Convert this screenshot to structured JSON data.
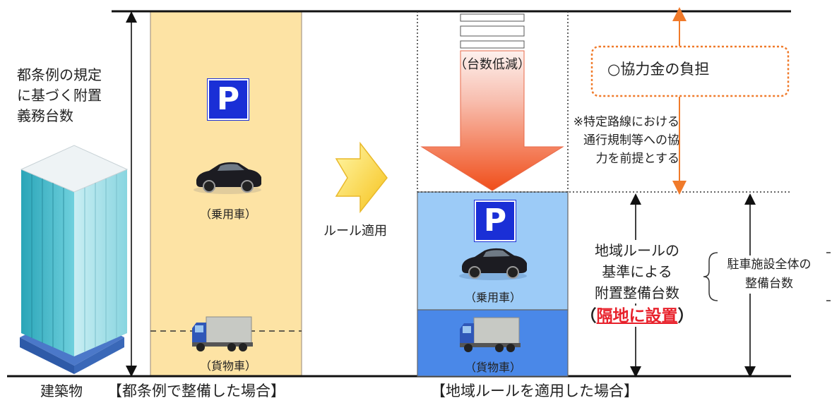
{
  "left_label": [
    "都条例の規定",
    "に基づく附置",
    "義務台数"
  ],
  "building_label": "建築物",
  "case_standard": {
    "caption": "【都条例で整備した場合】",
    "parking_sign": "P",
    "car_label": "（乗用車）",
    "truck_label": "（貨物車）"
  },
  "arrow_label": "ルール適用",
  "case_local": {
    "caption": "【地域ルールを適用した場合】",
    "reduction_label": "（台数低減）",
    "parking_sign": "P",
    "car_label": "（乗用車）",
    "truck_label": "（貨物車）",
    "contribution_label": "○協力金の負担",
    "condition_note": [
      "※特定路線における",
      "通行規制等への協",
      "力を前提とする"
    ],
    "local_rule_label": [
      "地域ルールの",
      "基準による",
      "附置整備台数"
    ],
    "offsite_label_open": "（",
    "offsite_label": "隔地に設置",
    "offsite_label_close": "）",
    "total_label": [
      "駐車施設全体の",
      "整備台数"
    ]
  },
  "colors": {
    "standard_column": "#fde3a4",
    "local_car_area": "#9ccbf7",
    "local_truck_area": "#4a88e8",
    "reduction_arrow_top": "#fbe8e4",
    "reduction_arrow_bottom": "#f25a1e",
    "orange_accent": "#f07a2a",
    "red_text": "#e8212b",
    "parking_sign": "#1a2fd6"
  }
}
